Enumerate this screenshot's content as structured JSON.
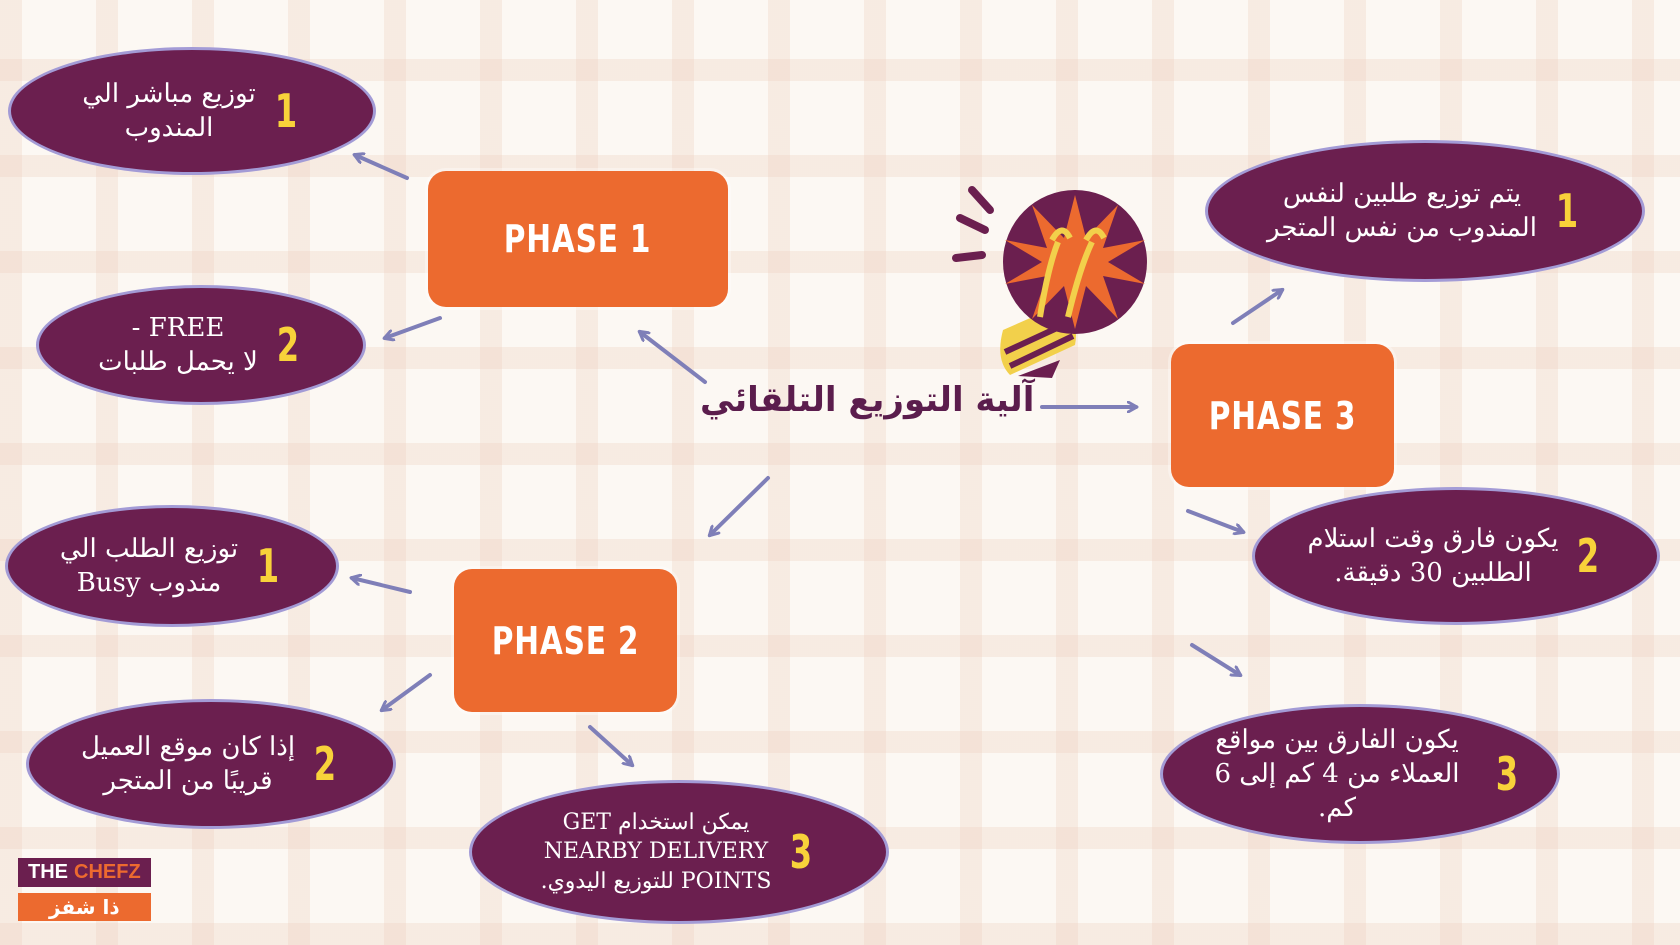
{
  "title": "آلية التوزيع التلقائي",
  "phases": {
    "p1": {
      "label": "PHASE 1"
    },
    "p2": {
      "label": "PHASE 2"
    },
    "p3": {
      "label": "PHASE 3"
    }
  },
  "phase1_items": [
    {
      "num": "1",
      "lines": [
        "توزيع مباشر الي",
        "المندوب"
      ]
    },
    {
      "num": "2",
      "lines": [
        "FREE -",
        "لا يحمل طلبات"
      ]
    }
  ],
  "phase2_items": [
    {
      "num": "1",
      "lines": [
        "توزيع الطلب الي",
        "مندوب Busy"
      ]
    },
    {
      "num": "2",
      "lines": [
        "إذا كان موقع العميل",
        "قريبًا من المتجر"
      ]
    },
    {
      "num": "3",
      "lines": [
        "يمكن استخدام GET",
        "NEARBY DELIVERY",
        "POINTS للتوزيع اليدوي."
      ]
    }
  ],
  "phase3_items": [
    {
      "num": "1",
      "lines": [
        "يتم توزيع طلبين لنفس",
        "المندوب من نفس المتجر"
      ]
    },
    {
      "num": "2",
      "lines": [
        "يكون فارق وقت استلام",
        "الطلبين 30 دقيقة."
      ]
    },
    {
      "num": "3",
      "lines": [
        "يكون الفارق بين مواقع",
        "العملاء من 4 كم إلى 6 كم."
      ]
    }
  ],
  "logo": {
    "en_1": "THE",
    "en_2": "CHEFZ",
    "ar": "ذا شفز"
  },
  "colors": {
    "phase": "#ec6a2f",
    "bubble": "#6b1f4f",
    "bubble_border": "#a39bd6",
    "number": "#f8d23a",
    "title": "#5b1d4d",
    "arrow": "#7f7fb8"
  },
  "icons": [
    "lightbulb-icon"
  ]
}
